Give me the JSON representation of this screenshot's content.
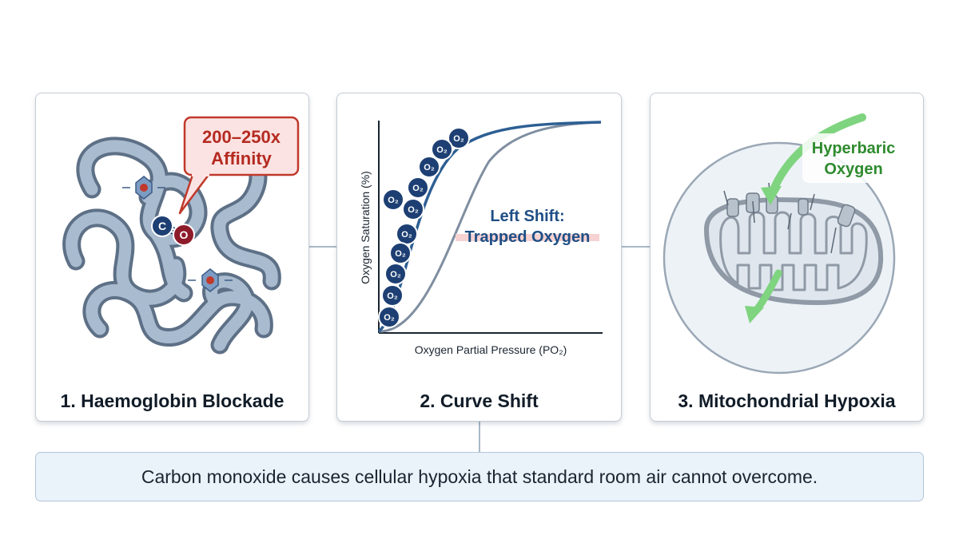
{
  "panels": [
    {
      "title": "1. Haemoglobin Blockade",
      "callout_line1": "200–250x",
      "callout_line2": "Affinity",
      "molecule_c": "C",
      "molecule_o": "O"
    },
    {
      "title": "2. Curve Shift",
      "y_axis_label": "Oxygen Saturation (%)",
      "x_axis_label": "Oxygen Partial Pressure (PO₂)",
      "annotation_line1": "Left Shift:",
      "annotation_line2": "Trapped Oxygen",
      "bubble_label": "O₂"
    },
    {
      "title": "3. Mitochondrial Hypoxia",
      "arrow_label_line1": "Hyperbaric",
      "arrow_label_line2": "Oxygen"
    }
  ],
  "summary": "Carbon monoxide causes cellular hypoxia that standard room air cannot overcome.",
  "colors": {
    "protein": "#9fb1c6",
    "heme": "#c0392b",
    "callout": "#c0392b",
    "o2_bubble": "#1d3f73",
    "curve_shifted": "#2d5f93",
    "curve_normal": "#7f8ea0",
    "hyperbaric_green": "#2e8b2e",
    "mitochondria": "#8f9aa6"
  }
}
